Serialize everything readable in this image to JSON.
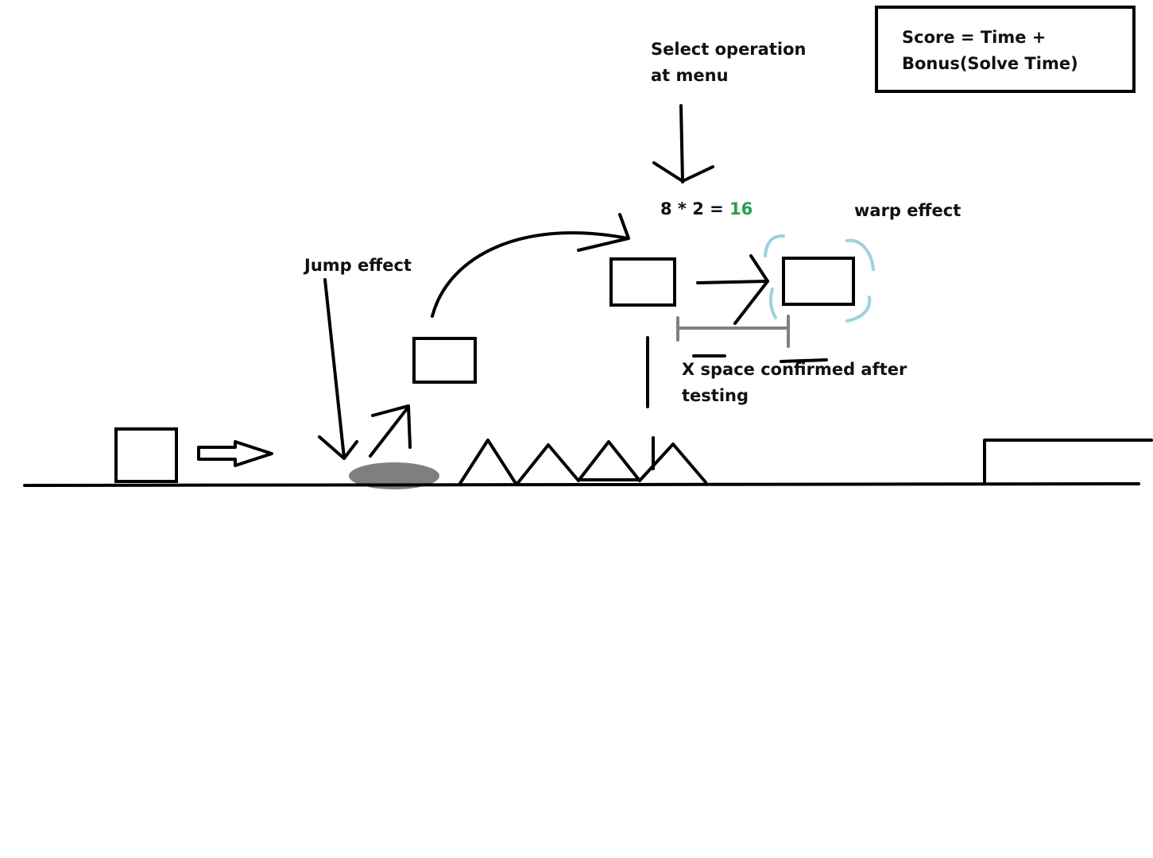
{
  "score_box": {
    "line1": "Score = Time +",
    "line2": "Bonus(Solve Time)"
  },
  "labels": {
    "select_line1": "Select operation",
    "select_line2": "at menu",
    "equation_left": "8 * 2 = ",
    "equation_answer": "16",
    "warp": "warp effect",
    "jump": "Jump effect",
    "xspace_line1": "X space confirmed after",
    "xspace_line2": "testing"
  },
  "colors": {
    "ink": "#000000",
    "answer": "#22a54a",
    "warp": "#99d2e3",
    "measure": "#808080",
    "pad": "#7f7f7f"
  }
}
